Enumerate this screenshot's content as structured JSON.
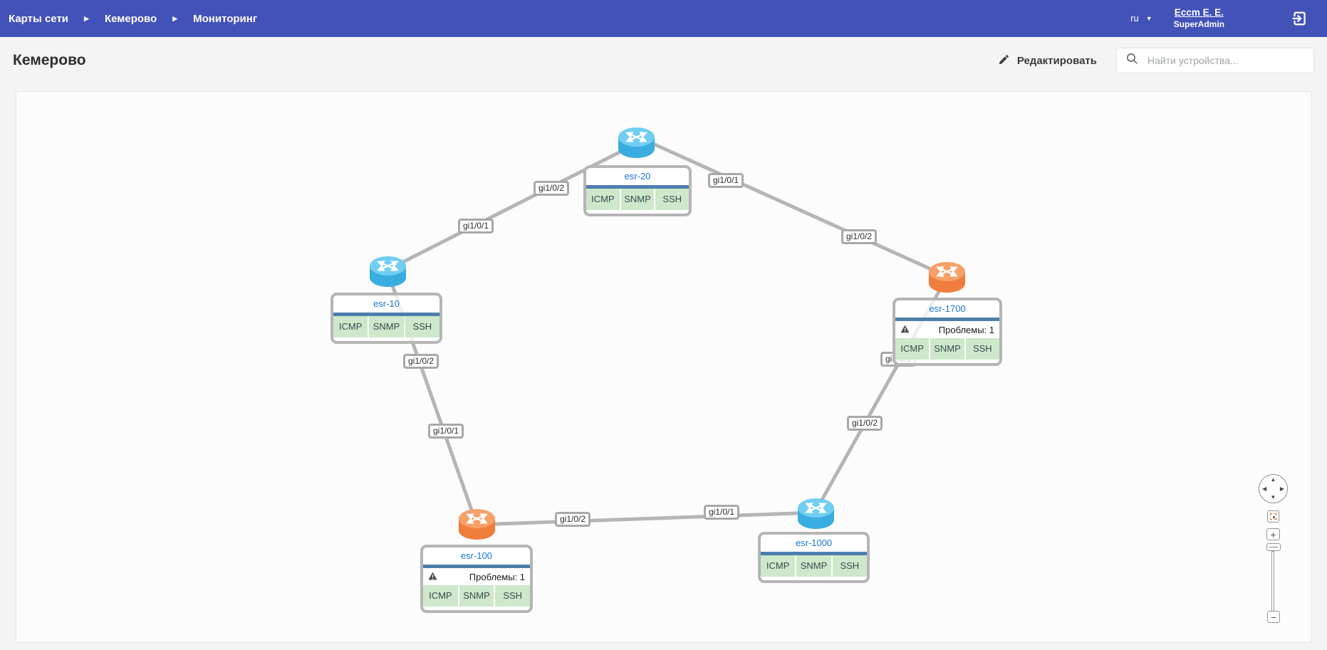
{
  "topbar": {
    "breadcrumbs": [
      "Карты сети",
      "Кемерово",
      "Мониторинг"
    ],
    "language": "ru",
    "user_name": "Eccm E. E.",
    "user_role": "SuperAdmin"
  },
  "header": {
    "title": "Кемерово",
    "edit_button": "Редактировать",
    "search_placeholder": "Найти устройства..."
  },
  "map": {
    "nodes": [
      {
        "name": "esr-20",
        "status": "ok",
        "protocols": [
          "ICMP",
          "SNMP",
          "SSH"
        ]
      },
      {
        "name": "esr-10",
        "status": "ok",
        "protocols": [
          "ICMP",
          "SNMP",
          "SSH"
        ]
      },
      {
        "name": "esr-1700",
        "status": "warning",
        "problems_label": "Проблемы: 1",
        "protocols": [
          "ICMP",
          "SNMP",
          "SSH"
        ]
      },
      {
        "name": "esr-100",
        "status": "warning",
        "problems_label": "Проблемы: 1",
        "protocols": [
          "ICMP",
          "SNMP",
          "SSH"
        ]
      },
      {
        "name": "esr-1000",
        "status": "ok",
        "protocols": [
          "ICMP",
          "SNMP",
          "SSH"
        ]
      }
    ],
    "links": [
      {
        "from": "esr-20",
        "to": "esr-10",
        "port_labels": [
          "gi1/0/2",
          "gi1/0/1"
        ]
      },
      {
        "from": "esr-20",
        "to": "esr-1700",
        "port_labels": [
          "gi1/0/1",
          "gi1/0/2"
        ]
      },
      {
        "from": "esr-10",
        "to": "esr-100",
        "port_labels": [
          "gi1/0/2",
          "gi1/0/1"
        ]
      },
      {
        "from": "esr-100",
        "to": "esr-1000",
        "port_labels": [
          "gi1/0/2",
          "gi1/0/1"
        ]
      },
      {
        "from": "esr-1700",
        "to": "esr-1000",
        "port_labels": [
          "gi1/0/1",
          "gi1/0/2"
        ]
      }
    ]
  },
  "controls": {
    "zoom_in": "+",
    "zoom_out": "−"
  },
  "icons": {
    "breadcrumb_separator": "▶",
    "language_caret": "▼",
    "pan_up": "▲",
    "pan_down": "▼",
    "pan_left": "◀",
    "pan_right": "▶"
  },
  "colors": {
    "topbar_bg": "#4352b9",
    "device_name": "#1976d2",
    "card_divider": "#4c7fad",
    "protocol_ok_bg": "#cbe7c7",
    "router_up": "#3aade0",
    "router_problem": "#ef7d3c",
    "link_line": "#b5b5b5"
  }
}
